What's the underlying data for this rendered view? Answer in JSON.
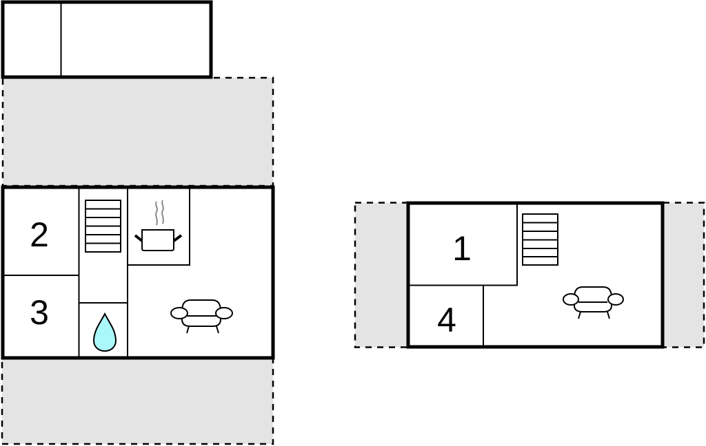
{
  "floorplan": {
    "colors": {
      "wall": "#000000",
      "outdoor_area": "#e4e4e4",
      "room_fill": "#ffffff",
      "water_drop": "#aaf8fa",
      "steam": "#888888"
    },
    "ground_floor": {
      "rooms": [
        {
          "id": "2",
          "label": "2",
          "type": "bedroom"
        },
        {
          "id": "3",
          "label": "3",
          "type": "bedroom"
        },
        {
          "type": "staircase"
        },
        {
          "type": "bathroom",
          "icon": "water-drop-icon"
        },
        {
          "type": "kitchen",
          "icon": "cooking-pot-icon"
        },
        {
          "type": "living-room",
          "icon": "sofa-icon"
        }
      ],
      "annex": {
        "type": "outbuilding",
        "sections": 2
      },
      "outdoor_areas": [
        "terrace-north",
        "terrace-south"
      ]
    },
    "upper_floor": {
      "rooms": [
        {
          "id": "1",
          "label": "1",
          "type": "bedroom"
        },
        {
          "id": "4",
          "label": "4",
          "type": "bedroom"
        },
        {
          "type": "staircase"
        },
        {
          "type": "living-room",
          "icon": "sofa-icon"
        }
      ],
      "outdoor_areas": [
        "balcony-west",
        "balcony-east"
      ]
    }
  }
}
